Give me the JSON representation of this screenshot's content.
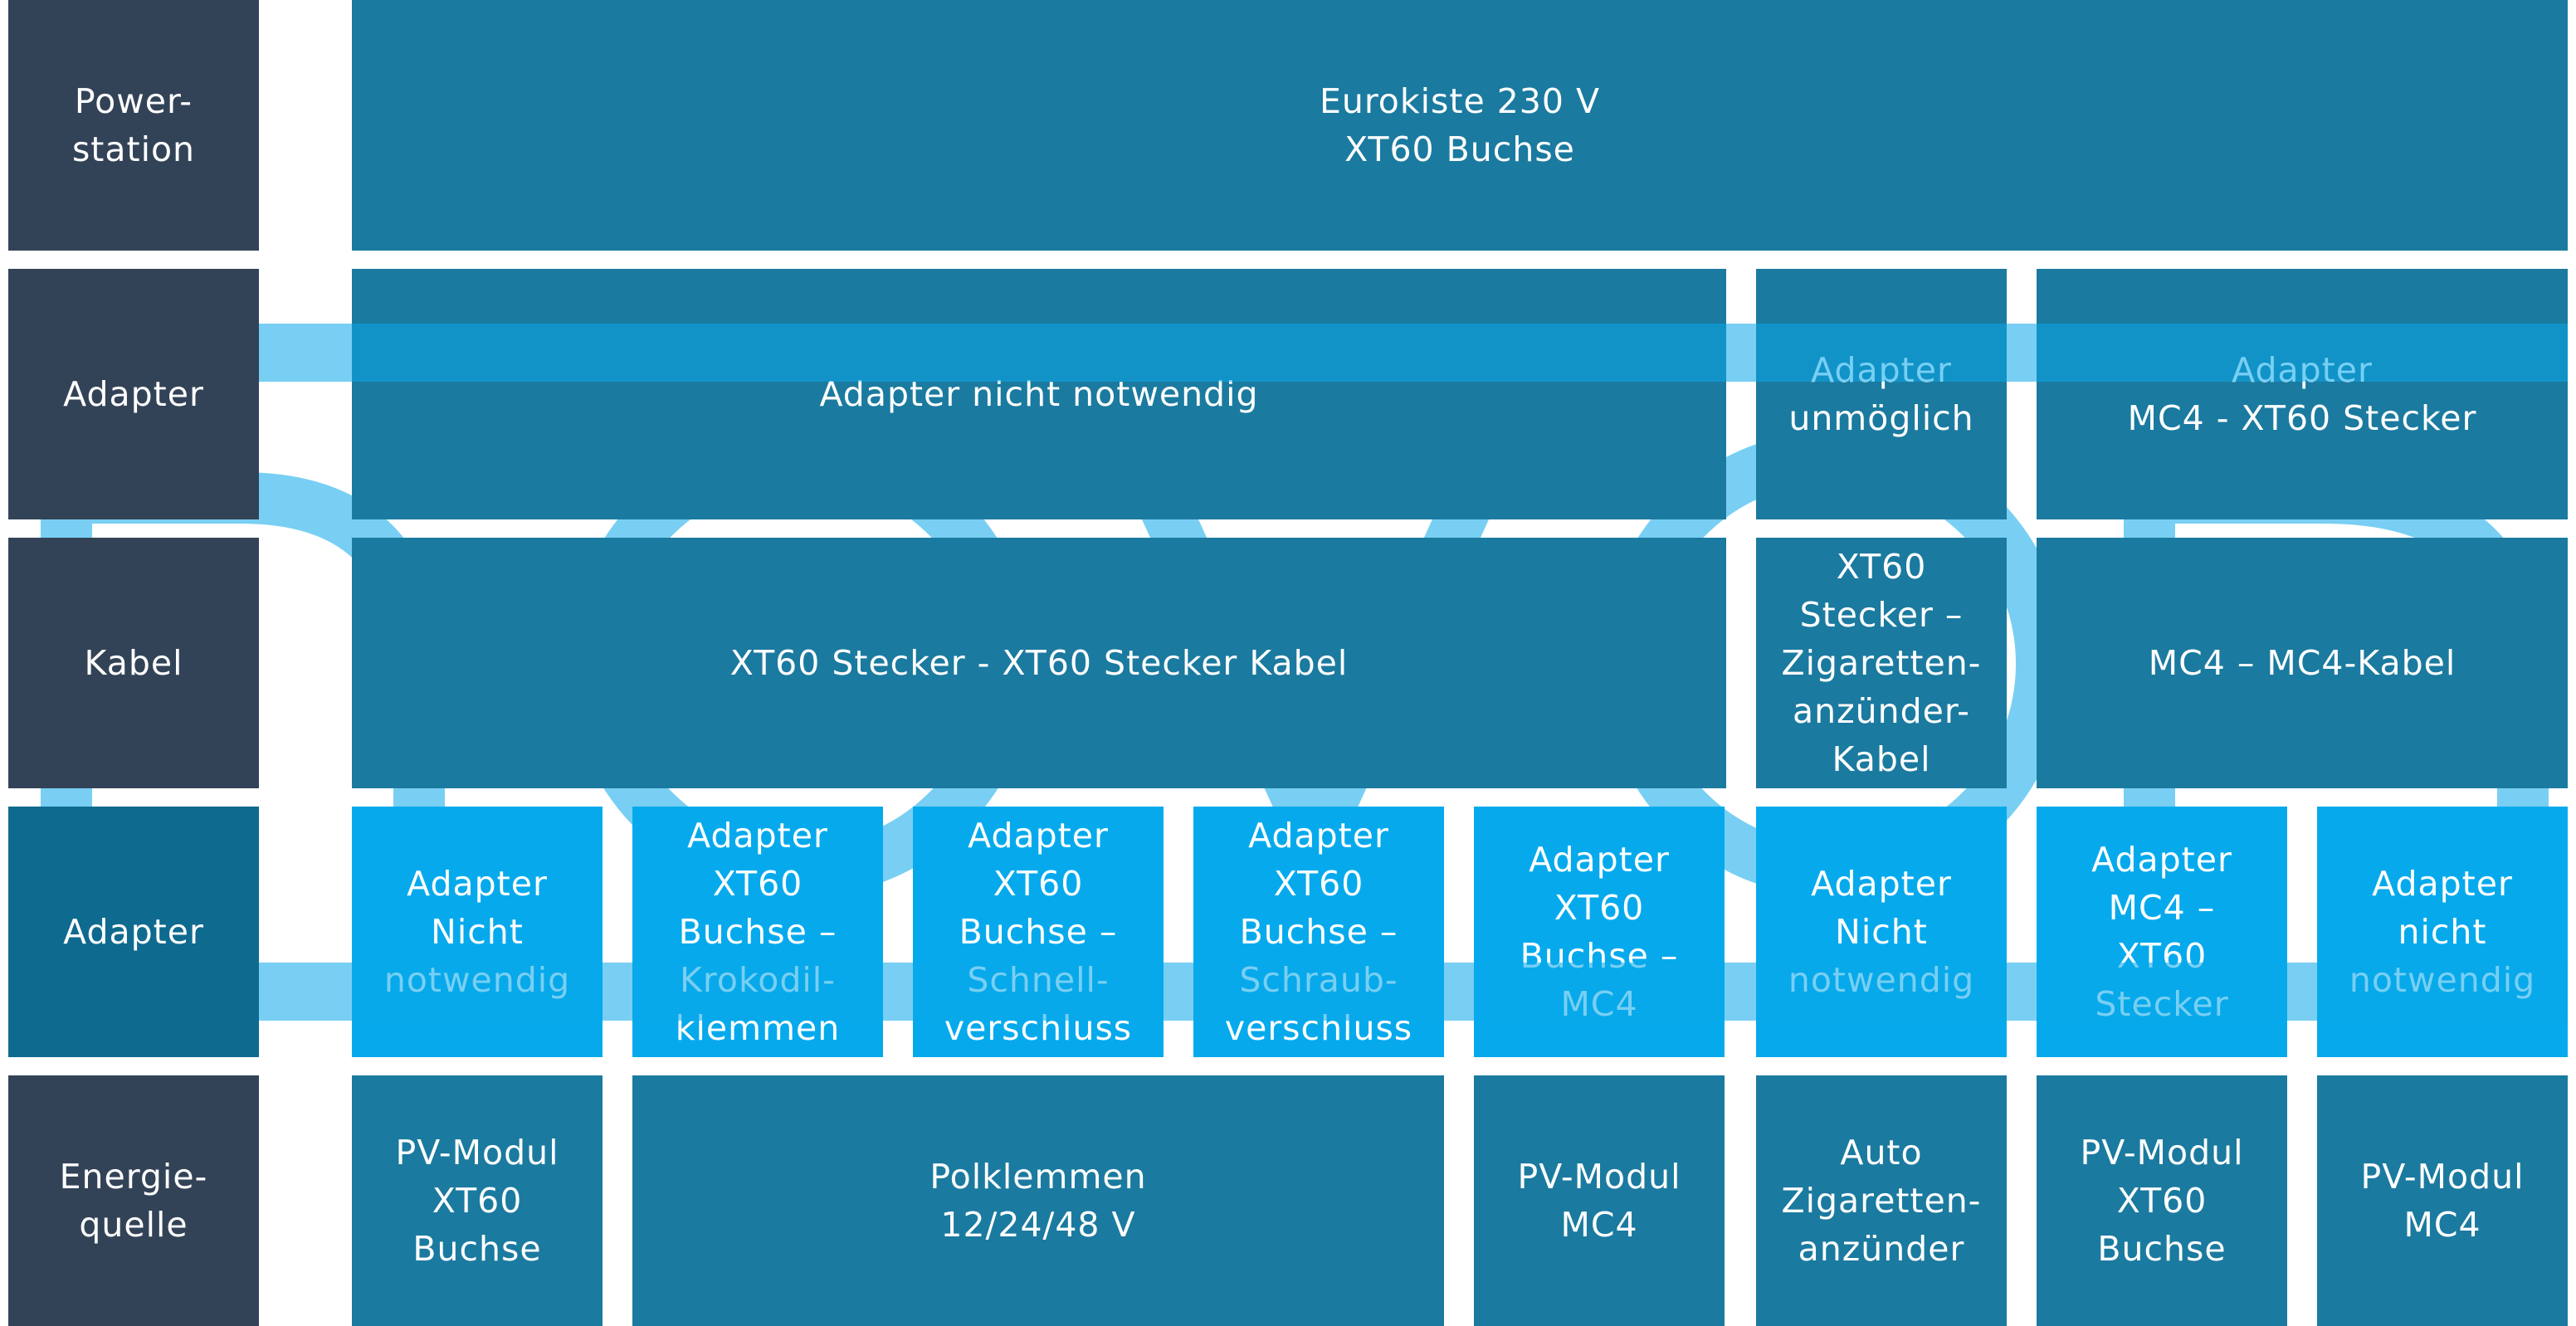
{
  "rows": [
    {
      "id": "powerstation",
      "label": "Power-\nstation"
    },
    {
      "id": "adapter-top",
      "label": "Adapter"
    },
    {
      "id": "kabel",
      "label": "Kabel"
    },
    {
      "id": "adapter-bottom",
      "label": "Adapter"
    },
    {
      "id": "energiequelle",
      "label": "Energie-\nquelle"
    }
  ],
  "powerstation": {
    "text": "Eurokiste 230 V\nXT60 Buchse"
  },
  "adapter_top": [
    {
      "text": "Adapter nicht notwendig"
    },
    {
      "text": "Adapter\nunmöglich"
    },
    {
      "text": "Adapter\nMC4 - XT60 Stecker"
    }
  ],
  "kabel": [
    {
      "text": "XT60 Stecker - XT60 Stecker Kabel"
    },
    {
      "text": "XT60\nStecker –\nZigaretten-\nanzünder-\nKabel"
    },
    {
      "text": "MC4 – MC4-Kabel"
    }
  ],
  "adapter_bottom": [
    {
      "text": "Adapter\nNicht\nnotwendig"
    },
    {
      "text": "Adapter\nXT60\nBuchse –\nKrokodil-\nklemmen"
    },
    {
      "text": "Adapter\nXT60\nBuchse –\nSchnell-\nverschluss"
    },
    {
      "text": "Adapter\nXT60\nBuchse –\nSchraub-\nverschluss"
    },
    {
      "text": "Adapter\nXT60\nBuchse –\nMC4"
    },
    {
      "text": "Adapter\nNicht\nnotwendig"
    },
    {
      "text": "Adapter\nMC4 –\nXT60\nStecker"
    },
    {
      "text": "Adapter\nnicht\nnotwendig"
    }
  ],
  "energiequelle": [
    {
      "text": "PV-Modul\nXT60\nBuchse"
    },
    {
      "text": "Polklemmen\n12/24/48 V"
    },
    {
      "text": "PV-Modul\nMC4"
    },
    {
      "text": "Auto\nZigaretten-\nanzünder"
    },
    {
      "text": "PV-Modul\nXT60\nBuchse"
    },
    {
      "text": "PV-Modul\nMC4"
    }
  ],
  "colors": {
    "row_label": "#334357",
    "row_label_alt": "#0e6a8e",
    "main_box": "#1b7a9f",
    "light_box": "#06aaec",
    "watermark": "#0aa8ea"
  },
  "watermark": {
    "icon": "novo-logo-watermark"
  }
}
